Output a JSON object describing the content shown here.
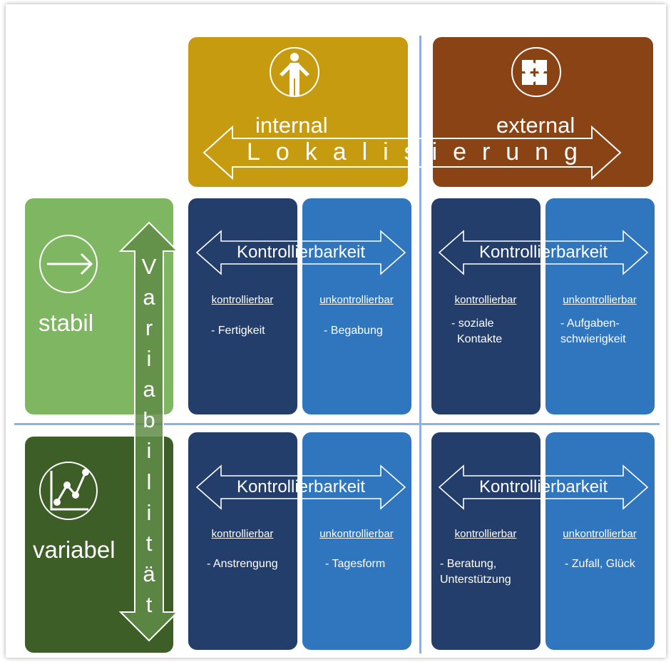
{
  "colors": {
    "internal": "#c79b10",
    "external": "#8a4314",
    "stabil": "#7fb661",
    "variabel": "#3e5e28",
    "kontrollierbar": "#243e6b",
    "unkontrollierbar": "#2f76be",
    "divider": "#8fb1de"
  },
  "columns": {
    "internal": {
      "label": "internal",
      "icon": "person-shrug-icon"
    },
    "external": {
      "label": "external",
      "icon": "puzzle-icon"
    }
  },
  "rows": {
    "stabil": {
      "label": "stabil",
      "icon": "arrow-right-icon"
    },
    "variabel": {
      "label": "variabel",
      "icon": "line-chart-icon"
    }
  },
  "axes": {
    "horizontal": [
      "L",
      "o",
      "k",
      "a",
      "l",
      "i",
      "s",
      "i",
      "e",
      "r",
      "u",
      "n",
      "g"
    ],
    "vertical": [
      "V",
      "a",
      "r",
      "i",
      "a",
      "b",
      "i",
      "l",
      "i",
      "t",
      "ä",
      "t"
    ]
  },
  "kontrollierbarkeit": "Kontrollierbarkeit",
  "subheads": {
    "controllable": "kontrollierbar",
    "uncontrollable": "unkontrollierbar"
  },
  "quadrants": {
    "stabil_internal": {
      "controllable": [
        "- Fertigkeit"
      ],
      "uncontrollable": [
        "- Begabung"
      ]
    },
    "stabil_external": {
      "controllable": [
        "- soziale",
        "Kontakte"
      ],
      "uncontrollable": [
        "- Aufgaben-",
        "schwierigkeit"
      ]
    },
    "variabel_internal": {
      "controllable": [
        "- Anstrengung"
      ],
      "uncontrollable": [
        "- Tagesform"
      ]
    },
    "variabel_external": {
      "controllable": [
        "- Beratung,",
        "Unterstützung"
      ],
      "uncontrollable": [
        "- Zufall, Glück"
      ]
    }
  }
}
